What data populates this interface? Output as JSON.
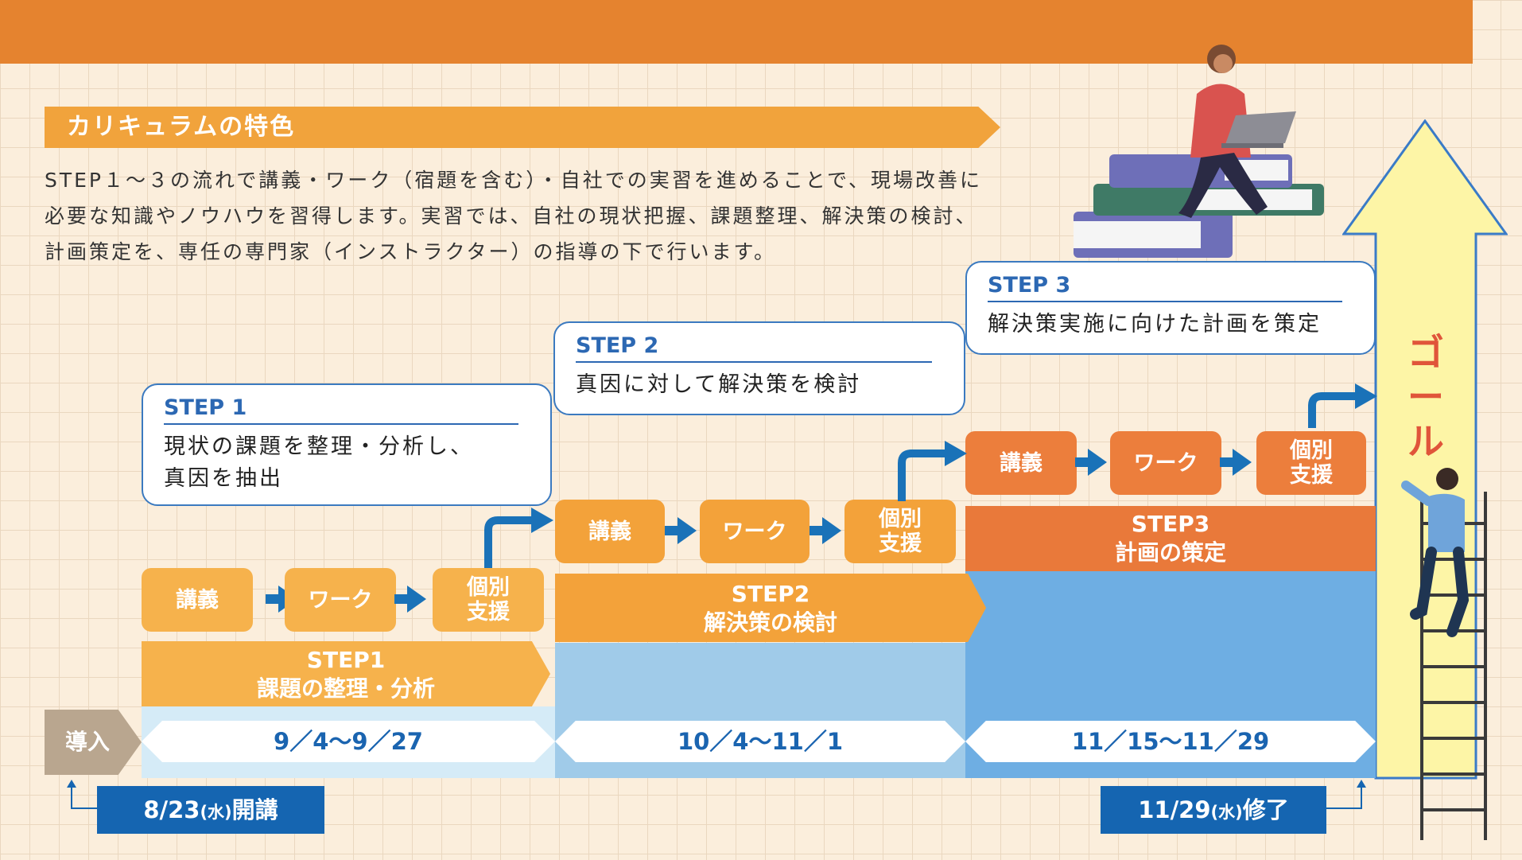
{
  "section_title": "カリキュラムの特色",
  "intro": "STEP１～３の流れで講義・ワーク（宿題を含む）・自社での実習を進めることで、現場改善に必要な知識やノウハウを習得します。実習では、自社の現状把握、課題整理、解決策の検討、計画策定を、専任の専門家（インストラクター）の指導の下で行います。",
  "steps": [
    {
      "callout_label": "STEP 1",
      "callout_desc_1": "現状の課題を整理・分析し、",
      "callout_desc_2": "真因を抽出",
      "stage_title": "STEP1",
      "stage_subtitle": "課題の整理・分析",
      "pill_1": "講義",
      "pill_2": "ワーク",
      "pill_3a": "個別",
      "pill_3b": "支援",
      "period": "9／4〜9／27"
    },
    {
      "callout_label": "STEP 2",
      "callout_desc_1": "真因に対して解決策を検討",
      "stage_title": "STEP2",
      "stage_subtitle": "解決策の検討",
      "pill_1": "講義",
      "pill_2": "ワーク",
      "pill_3a": "個別",
      "pill_3b": "支援",
      "period": "10／4〜11／1"
    },
    {
      "callout_label": "STEP 3",
      "callout_desc_1": "解決策実施に向けた計画を策定",
      "stage_title": "STEP3",
      "stage_subtitle": "計画の策定",
      "pill_1": "講義",
      "pill_2": "ワーク",
      "pill_3a": "個別",
      "pill_3b": "支援",
      "period": "11／15〜11／29"
    }
  ],
  "intro_label": "導入",
  "start": {
    "date": "8/23",
    "weekday": "(水)",
    "label": "開講"
  },
  "end": {
    "date": "11/29",
    "weekday": "(水)",
    "label": "修了"
  },
  "goal": "ゴール",
  "colors": {
    "orange_dark": "#e5832f",
    "orange": "#f3a23a",
    "blue": "#1565b1",
    "goal_fill": "#fdf5a6",
    "goal_text": "#e0553a"
  },
  "icons": [
    "person-with-laptop-icon",
    "stacked-books-icon",
    "ladder-climber-icon",
    "goal-arrow-icon"
  ]
}
